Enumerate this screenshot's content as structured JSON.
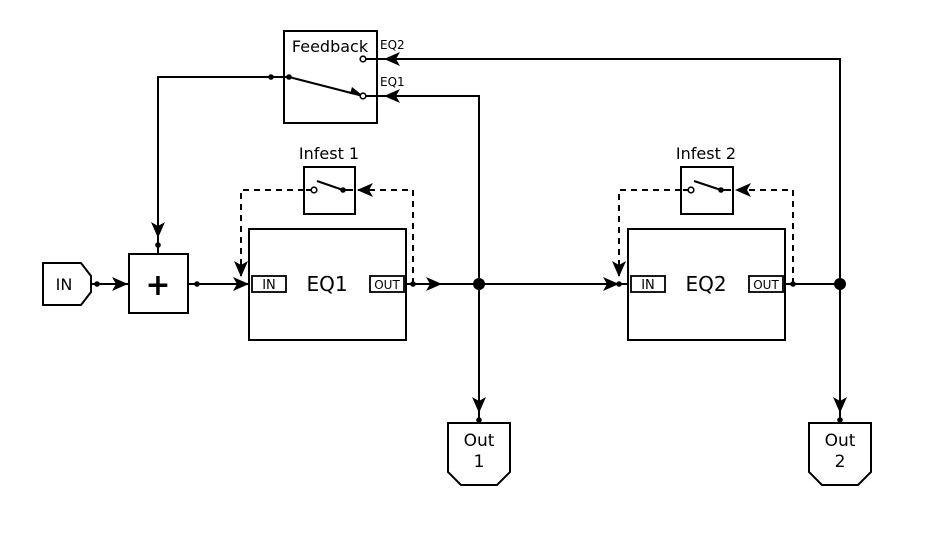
{
  "input_terminal": {
    "label": "IN"
  },
  "summer": {
    "symbol": "+"
  },
  "feedback": {
    "title": "Feedback",
    "port_eq2": "EQ2",
    "port_eq1": "EQ1"
  },
  "eq1": {
    "title": "EQ1",
    "in_port": "IN",
    "out_port": "OUT"
  },
  "eq2": {
    "title": "EQ2",
    "in_port": "IN",
    "out_port": "OUT"
  },
  "infest1": {
    "title": "Infest 1"
  },
  "infest2": {
    "title": "Infest 2"
  },
  "out1": {
    "line1": "Out",
    "line2": "1"
  },
  "out2": {
    "line1": "Out",
    "line2": "2"
  },
  "colors": {
    "stroke": "#000000",
    "background": "#ffffff"
  }
}
